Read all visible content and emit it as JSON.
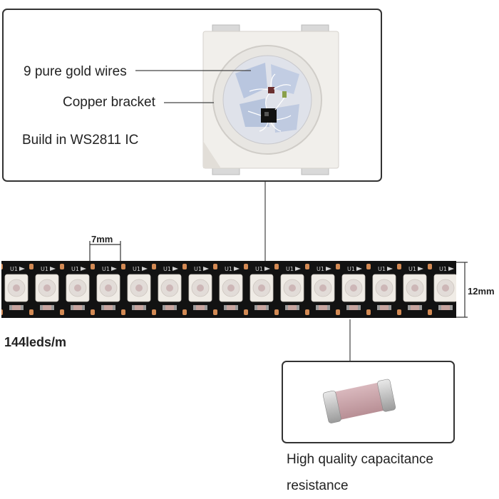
{
  "callouts": {
    "gold_wires": "9 pure gold wires",
    "copper_bracket": "Copper bracket",
    "ic": "Build in WS2811 IC"
  },
  "dimensions": {
    "pitch": "7mm",
    "width": "12mm"
  },
  "density": "144leds/m",
  "capacitor": {
    "line1": "High quality capacitance",
    "line2": "resistance"
  },
  "strip": {
    "led_count": 15,
    "silkscreen_label": "U1"
  },
  "colors": {
    "pcb": "#121212",
    "led_package": "#f0ece6",
    "copper_pad": "#d38a54"
  }
}
